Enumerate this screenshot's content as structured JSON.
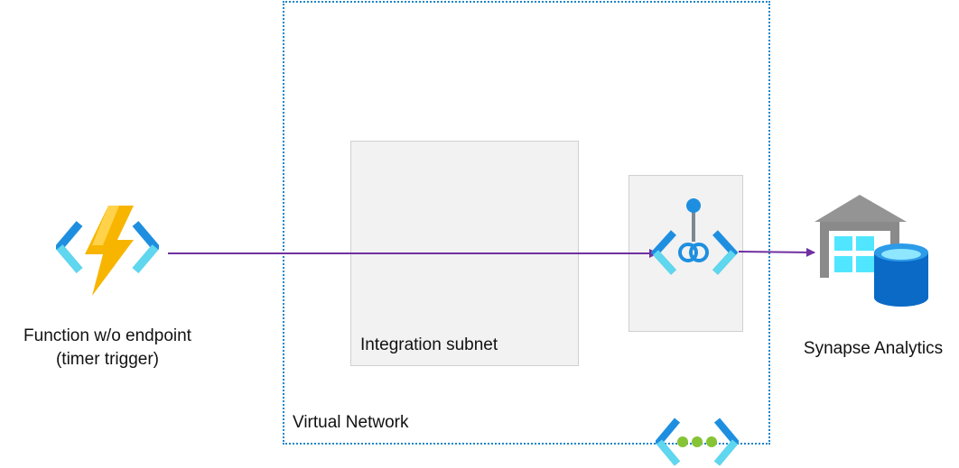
{
  "function": {
    "title": "Function w/o endpoint",
    "subtitle": "(timer trigger)"
  },
  "vnet": {
    "label": "Virtual Network"
  },
  "subnet": {
    "label": "Integration subnet"
  },
  "synapse": {
    "label": "Synapse Analytics"
  },
  "icons": {
    "function": "azure-function-icon",
    "private_endpoint": "private-endpoint-icon",
    "synapse": "synapse-analytics-icon",
    "vnet": "virtual-network-icon"
  },
  "colors": {
    "arrow": "#7030a0",
    "vnet_border": "#1a86c8",
    "box_fill": "#f2f2f2",
    "icon_blue": "#1e8fe0",
    "icon_cyan": "#4fd6ee",
    "bolt": "#f7b500",
    "dot_green": "#86c436"
  }
}
